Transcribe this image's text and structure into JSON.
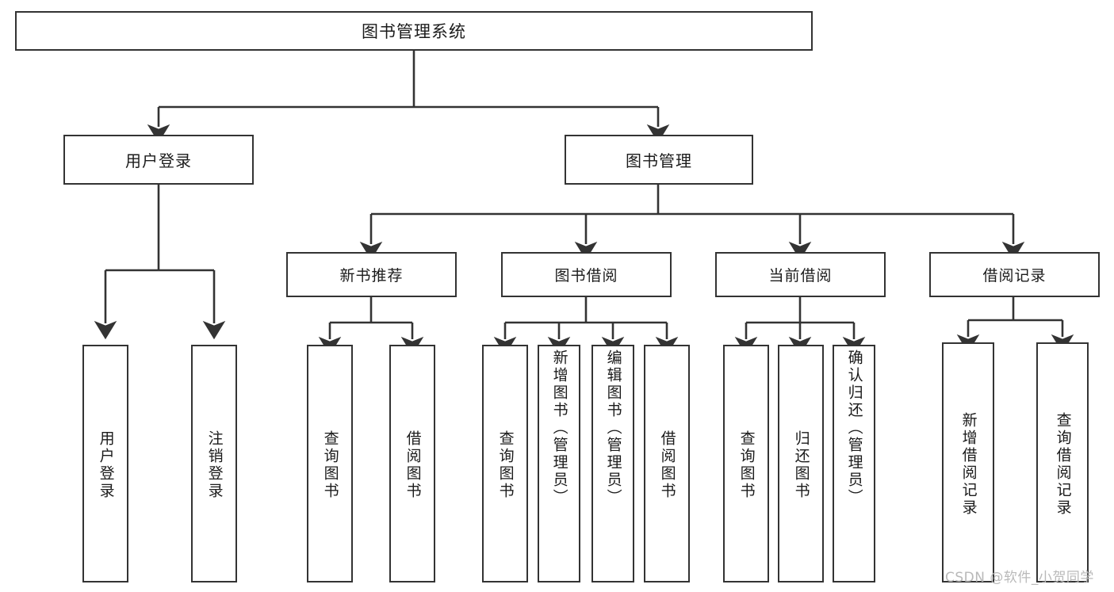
{
  "diagram": {
    "title": "图书管理系统",
    "type": "hierarchy-tree",
    "root": {
      "label": "图书管理系统",
      "children": [
        {
          "label": "用户登录",
          "children": [
            {
              "label": "用户登录"
            },
            {
              "label": "注销登录"
            }
          ]
        },
        {
          "label": "图书管理",
          "children": [
            {
              "label": "新书推荐",
              "children": [
                {
                  "label": "查询图书"
                },
                {
                  "label": "借阅图书"
                }
              ]
            },
            {
              "label": "图书借阅",
              "children": [
                {
                  "label": "查询图书"
                },
                {
                  "label": "新增图书（管理员）"
                },
                {
                  "label": "编辑图书（管理员）"
                },
                {
                  "label": "借阅图书"
                }
              ]
            },
            {
              "label": "当前借阅",
              "children": [
                {
                  "label": "查询图书"
                },
                {
                  "label": "归还图书"
                },
                {
                  "label": "确认归还（管理员）"
                }
              ]
            },
            {
              "label": "借阅记录",
              "children": [
                {
                  "label": "新增借阅记录"
                },
                {
                  "label": "查询借阅记录"
                }
              ]
            }
          ]
        }
      ]
    }
  },
  "nodes": {
    "root": "图书管理系统",
    "user_login": "用户登录",
    "book_manage": "图书管理",
    "new_book_rec": "新书推荐",
    "book_borrow": "图书借阅",
    "current_borrow": "当前借阅",
    "borrow_record": "借阅记录",
    "leaf_user_login": "用户登录",
    "leaf_logout": "注销登录",
    "leaf_query_book_1": "查询图书",
    "leaf_borrow_book_1": "借阅图书",
    "leaf_query_book_2": "查询图书",
    "leaf_add_book": "新增图书（管理员）",
    "leaf_edit_book": "编辑图书（管理员）",
    "leaf_borrow_book_2": "借阅图书",
    "leaf_query_book_3": "查询图书",
    "leaf_return_book": "归还图书",
    "leaf_confirm_return": "确认归还（管理员）",
    "leaf_add_record": "新增借阅记录",
    "leaf_query_record": "查询借阅记录"
  },
  "watermark": {
    "text": "CSDN @软件_小贺同学"
  },
  "colors": {
    "stroke": "#333333",
    "fill": "#ffffff",
    "text": "#1b1b1b",
    "watermark": "#b9b9b9"
  }
}
